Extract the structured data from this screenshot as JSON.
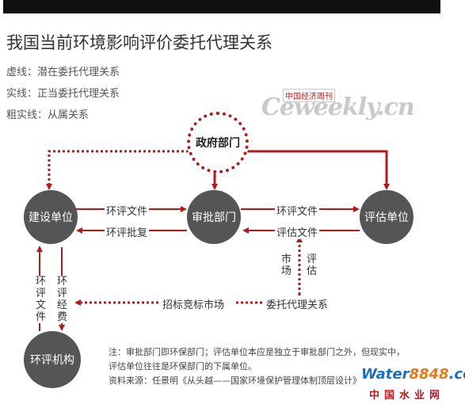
{
  "title": "我国当前环境影响评价委托代理关系",
  "legend": {
    "dashed": "虚线：潜在委托代理关系",
    "solid": "实线：正当委托代理关系",
    "bold": "粗实线：从属关系"
  },
  "watermark": {
    "brand": "Ceweekly.cn",
    "sub": "中国经济周刊"
  },
  "nodes": {
    "gov": "政府部门",
    "builder": "建设单位",
    "approval": "审批部门",
    "evaluator": "评估单位",
    "eia_agency": "环评机构"
  },
  "edges": {
    "builder_to_approval": "环评文件",
    "approval_to_builder": "环评批复",
    "approval_to_evaluator": "环评文件",
    "evaluator_to_approval": "评估文件",
    "market": "市场",
    "evaluation": "评估",
    "eia_docs": "环评文件",
    "eia_fee": "环评经费",
    "bidding_market": "招标竞标市场",
    "entrust_agency": "委托代理关系"
  },
  "notes": {
    "line1": "注：审批部门即环保部门；评估单位本应是独立于审批部门之外，但现实中，",
    "line2": "评估单位往往是环保部门的下属单位。",
    "line3": "资料来源：任景明《从头越——国家环境保护管理体制顶层设计》"
  },
  "logo": {
    "main": "Water",
    "accent": "8848",
    "suffix": ".com",
    "sub": "中国水业网"
  },
  "colors": {
    "red": "#b01c1c",
    "node": "#555555"
  }
}
